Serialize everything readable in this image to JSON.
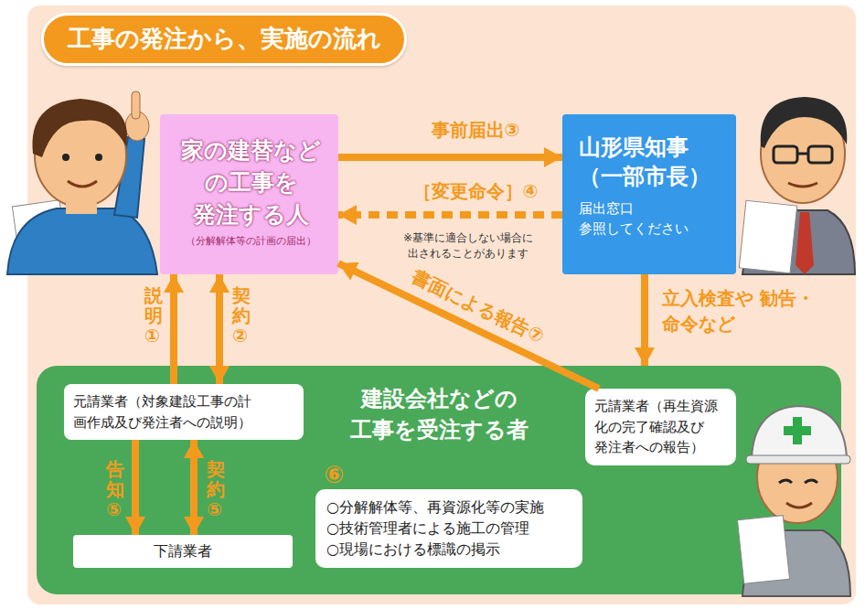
{
  "diagram": {
    "title": "工事の発注から、実施の流れ",
    "nodes": [
      {
        "text": [
          "家の建替など の工事を 発注する人",
          "（分解解体等の計画の届出）"
        ]
      },
      {
        "text": [
          "山形県知事 （一部市長）",
          "届出窓口 参照してください"
        ]
      },
      {
        "text": [
          "建設会社などの 工事を受注する者"
        ]
      },
      {
        "text": [
          "元請業者（対象建設工事の計 画作成及び発注者への説明）"
        ],
        "in": 2
      },
      {
        "text": [
          "下請業者"
        ],
        "in": 2
      },
      {
        "text": [
          "○分解解体等、再資源化等の実施",
          "○技術管理者による施工の管理",
          "○現場における標識の掲示"
        ],
        "in": 2
      },
      {
        "text": [
          "元請業者（再生資源 化の完了確認及び 発注者への報告）"
        ],
        "in": 2
      }
    ],
    "edges": [
      {
        "from": 0,
        "to": 1,
        "arrow": "to",
        "label": "事前届出③"
      },
      {
        "from": 1,
        "to": 0,
        "arrow": "to",
        "label": "［変更命令］④"
      },
      {
        "from": 1,
        "to": 2,
        "arrow": "to",
        "label": "立入検査や 勧告・命令など"
      },
      {
        "from": 6,
        "to": 0,
        "arrow": "to",
        "label": "書面による報告⑦"
      },
      {
        "from": 3,
        "to": 0,
        "arrow": "to",
        "label": "説明①"
      },
      {
        "from": 0,
        "to": 3,
        "arrow": "both",
        "label": "契約②"
      },
      {
        "from": 3,
        "to": 4,
        "arrow": "to",
        "label": "告知⑤"
      },
      {
        "from": 3,
        "to": 4,
        "arrow": "both",
        "label": "契約⑤"
      }
    ],
    "labels": [
      "※基準に適合しない場合に 出されることがあります",
      "⑥"
    ]
  }
}
